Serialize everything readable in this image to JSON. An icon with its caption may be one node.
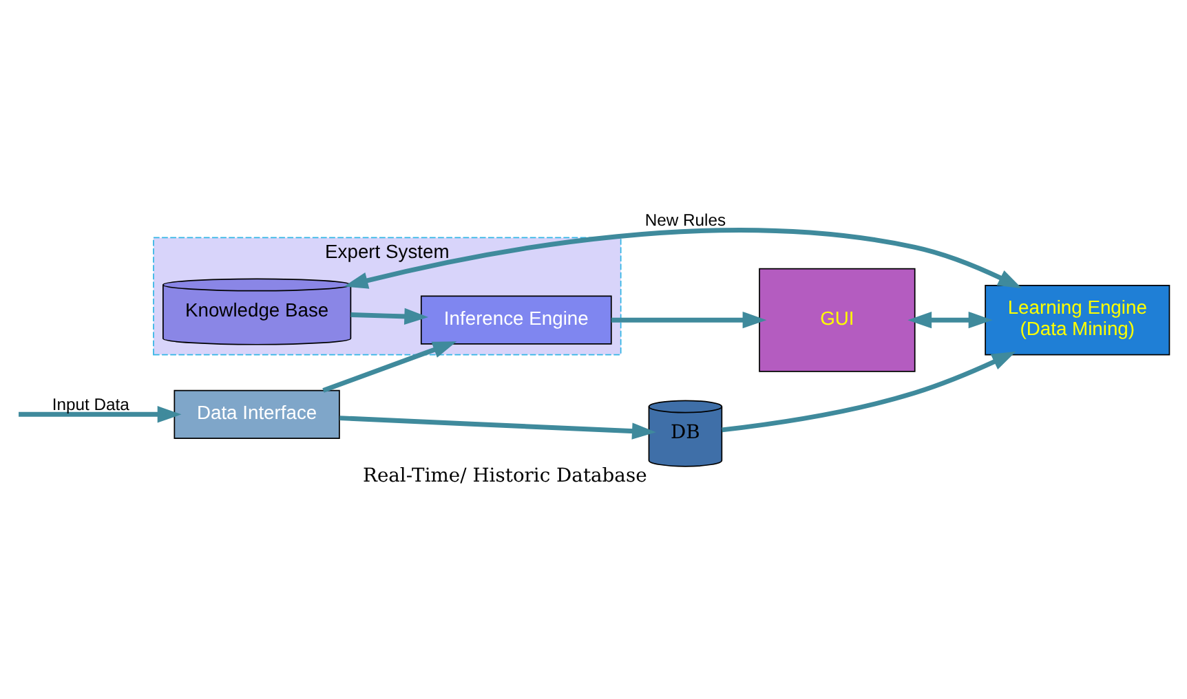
{
  "diagram": {
    "nodes": [
      {
        "text": [
          "Expert System"
        ]
      },
      {
        "text": [
          "Inference Engine"
        ],
        "in": 0
      },
      {
        "text": [
          "Knowledge Base"
        ],
        "in": 0
      },
      {
        "text": [
          "Data Interface"
        ]
      },
      {
        "text": [
          "GUI"
        ]
      },
      {
        "text": [
          "DB"
        ],
        "beside": [
          "Real-Time/ Historic Database"
        ]
      },
      {
        "text": [
          "Learning Engine",
          "(Data Mining)"
        ]
      }
    ],
    "edges": [
      {
        "from": null,
        "to": 3,
        "arrow": "to",
        "label": "Input Data"
      },
      {
        "from": 3,
        "to": 1,
        "arrow": "to"
      },
      {
        "from": 3,
        "to": 5,
        "arrow": "to"
      },
      {
        "from": 1,
        "to": 4,
        "arrow": "to"
      },
      {
        "from": 2,
        "to": 1,
        "arrow": "to"
      },
      {
        "from": 2,
        "to": 6,
        "arrow": "both",
        "label": "New Rules"
      },
      {
        "from": 5,
        "to": 6,
        "arrow": "to"
      },
      {
        "from": 4,
        "to": 6,
        "arrow": "both"
      }
    ]
  }
}
